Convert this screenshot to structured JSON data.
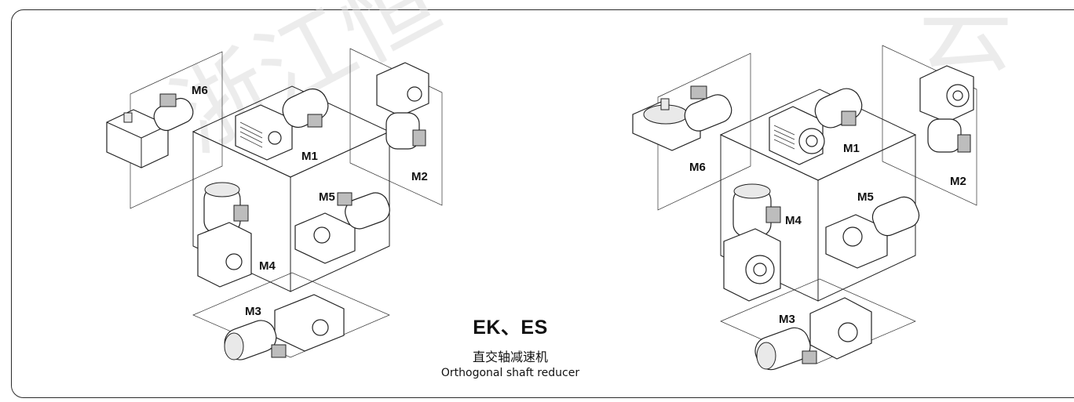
{
  "watermark": {
    "text": "浙江恒",
    "text_right": "云"
  },
  "product": {
    "model": "EK、ES",
    "name_cn": "直交轴减速机",
    "name_en": "Orthogonal shaft reducer"
  },
  "left_diagram": {
    "labels": {
      "m1": "M1",
      "m2": "M2",
      "m3": "M3",
      "m4": "M4",
      "m5": "M5",
      "m6": "M6"
    }
  },
  "right_diagram": {
    "labels": {
      "m1": "M1",
      "m2": "M2",
      "m3": "M3",
      "m4": "M4",
      "m5": "M5",
      "m6": "M6"
    }
  }
}
